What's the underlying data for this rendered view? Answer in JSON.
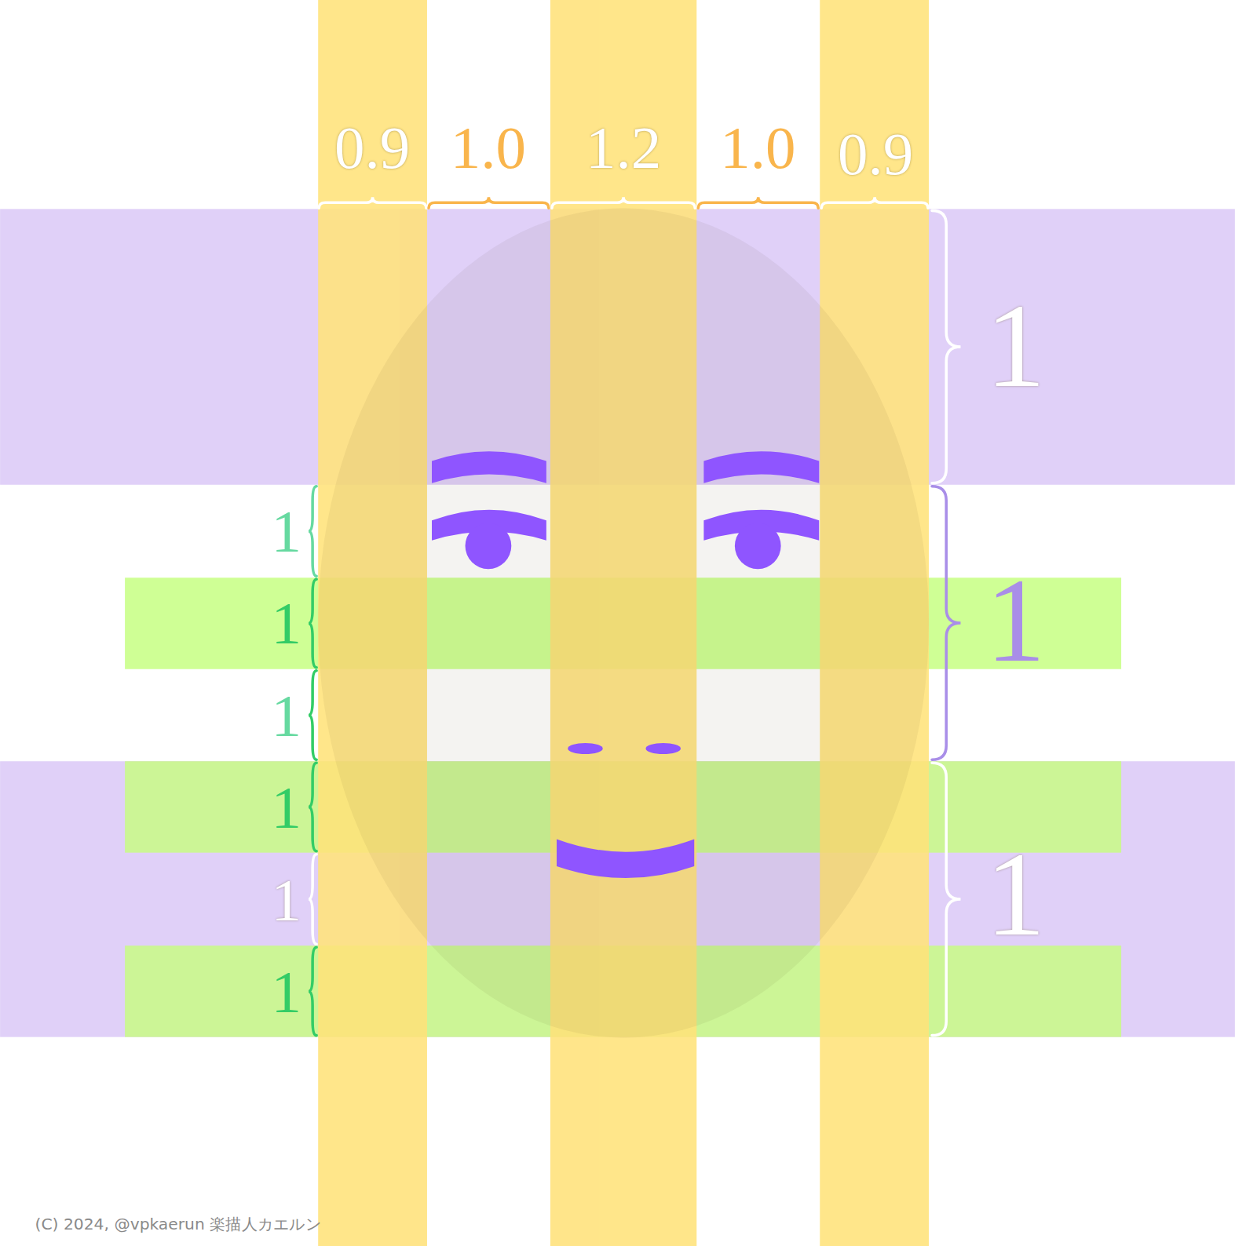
{
  "diagram": {
    "labels": [
      "0.9",
      "1.0",
      "1.2",
      "1.0",
      "0.9",
      "1",
      "1",
      "1",
      "1",
      "1",
      "1",
      "1",
      "1",
      "1",
      "(C) 2024, @vpkaerun 楽描人カエルン"
    ]
  }
}
